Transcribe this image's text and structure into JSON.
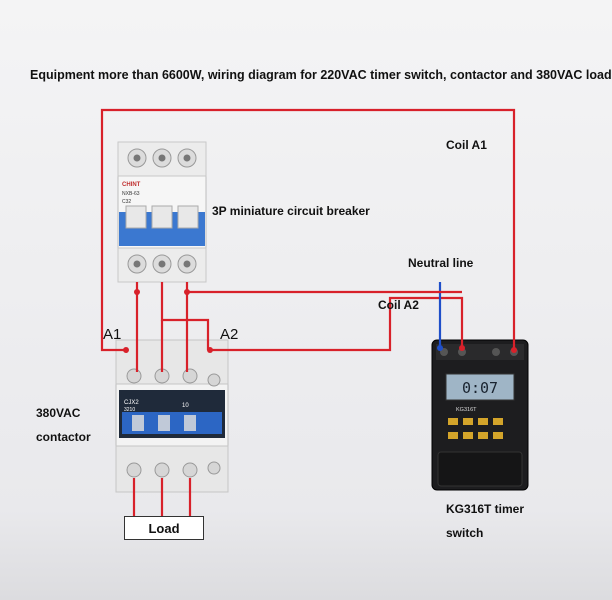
{
  "title": "Equipment more than 6600W, wiring diagram for 220VAC timer switch, contactor and  380VAC load",
  "labels": {
    "coil_a1": "Coil A1",
    "mcb": "3P miniature circuit breaker",
    "neutral": "Neutral line",
    "coil_a2": "Coil A2",
    "tag_a1": "A1",
    "tag_a2": "A2",
    "contactor_line1": "380VAC",
    "contactor_line2": "contactor",
    "timer_line1": "KG316T timer",
    "timer_line2": "switch",
    "load": "Load"
  },
  "device_text": {
    "mcb_brand": "CHINT",
    "mcb_model": "NXB-63",
    "mcb_rating": "C32",
    "contactor_model": "CJX2",
    "contactor_sub": "3210",
    "contactor_rating": "10",
    "timer_display": "0:07",
    "timer_model": "KG316T"
  },
  "colors": {
    "live_wire": "#d8212a",
    "neutral_wire": "#1f4fc9",
    "breaker_blue": "#3b78d0",
    "device_black": "#1d1d1f"
  }
}
